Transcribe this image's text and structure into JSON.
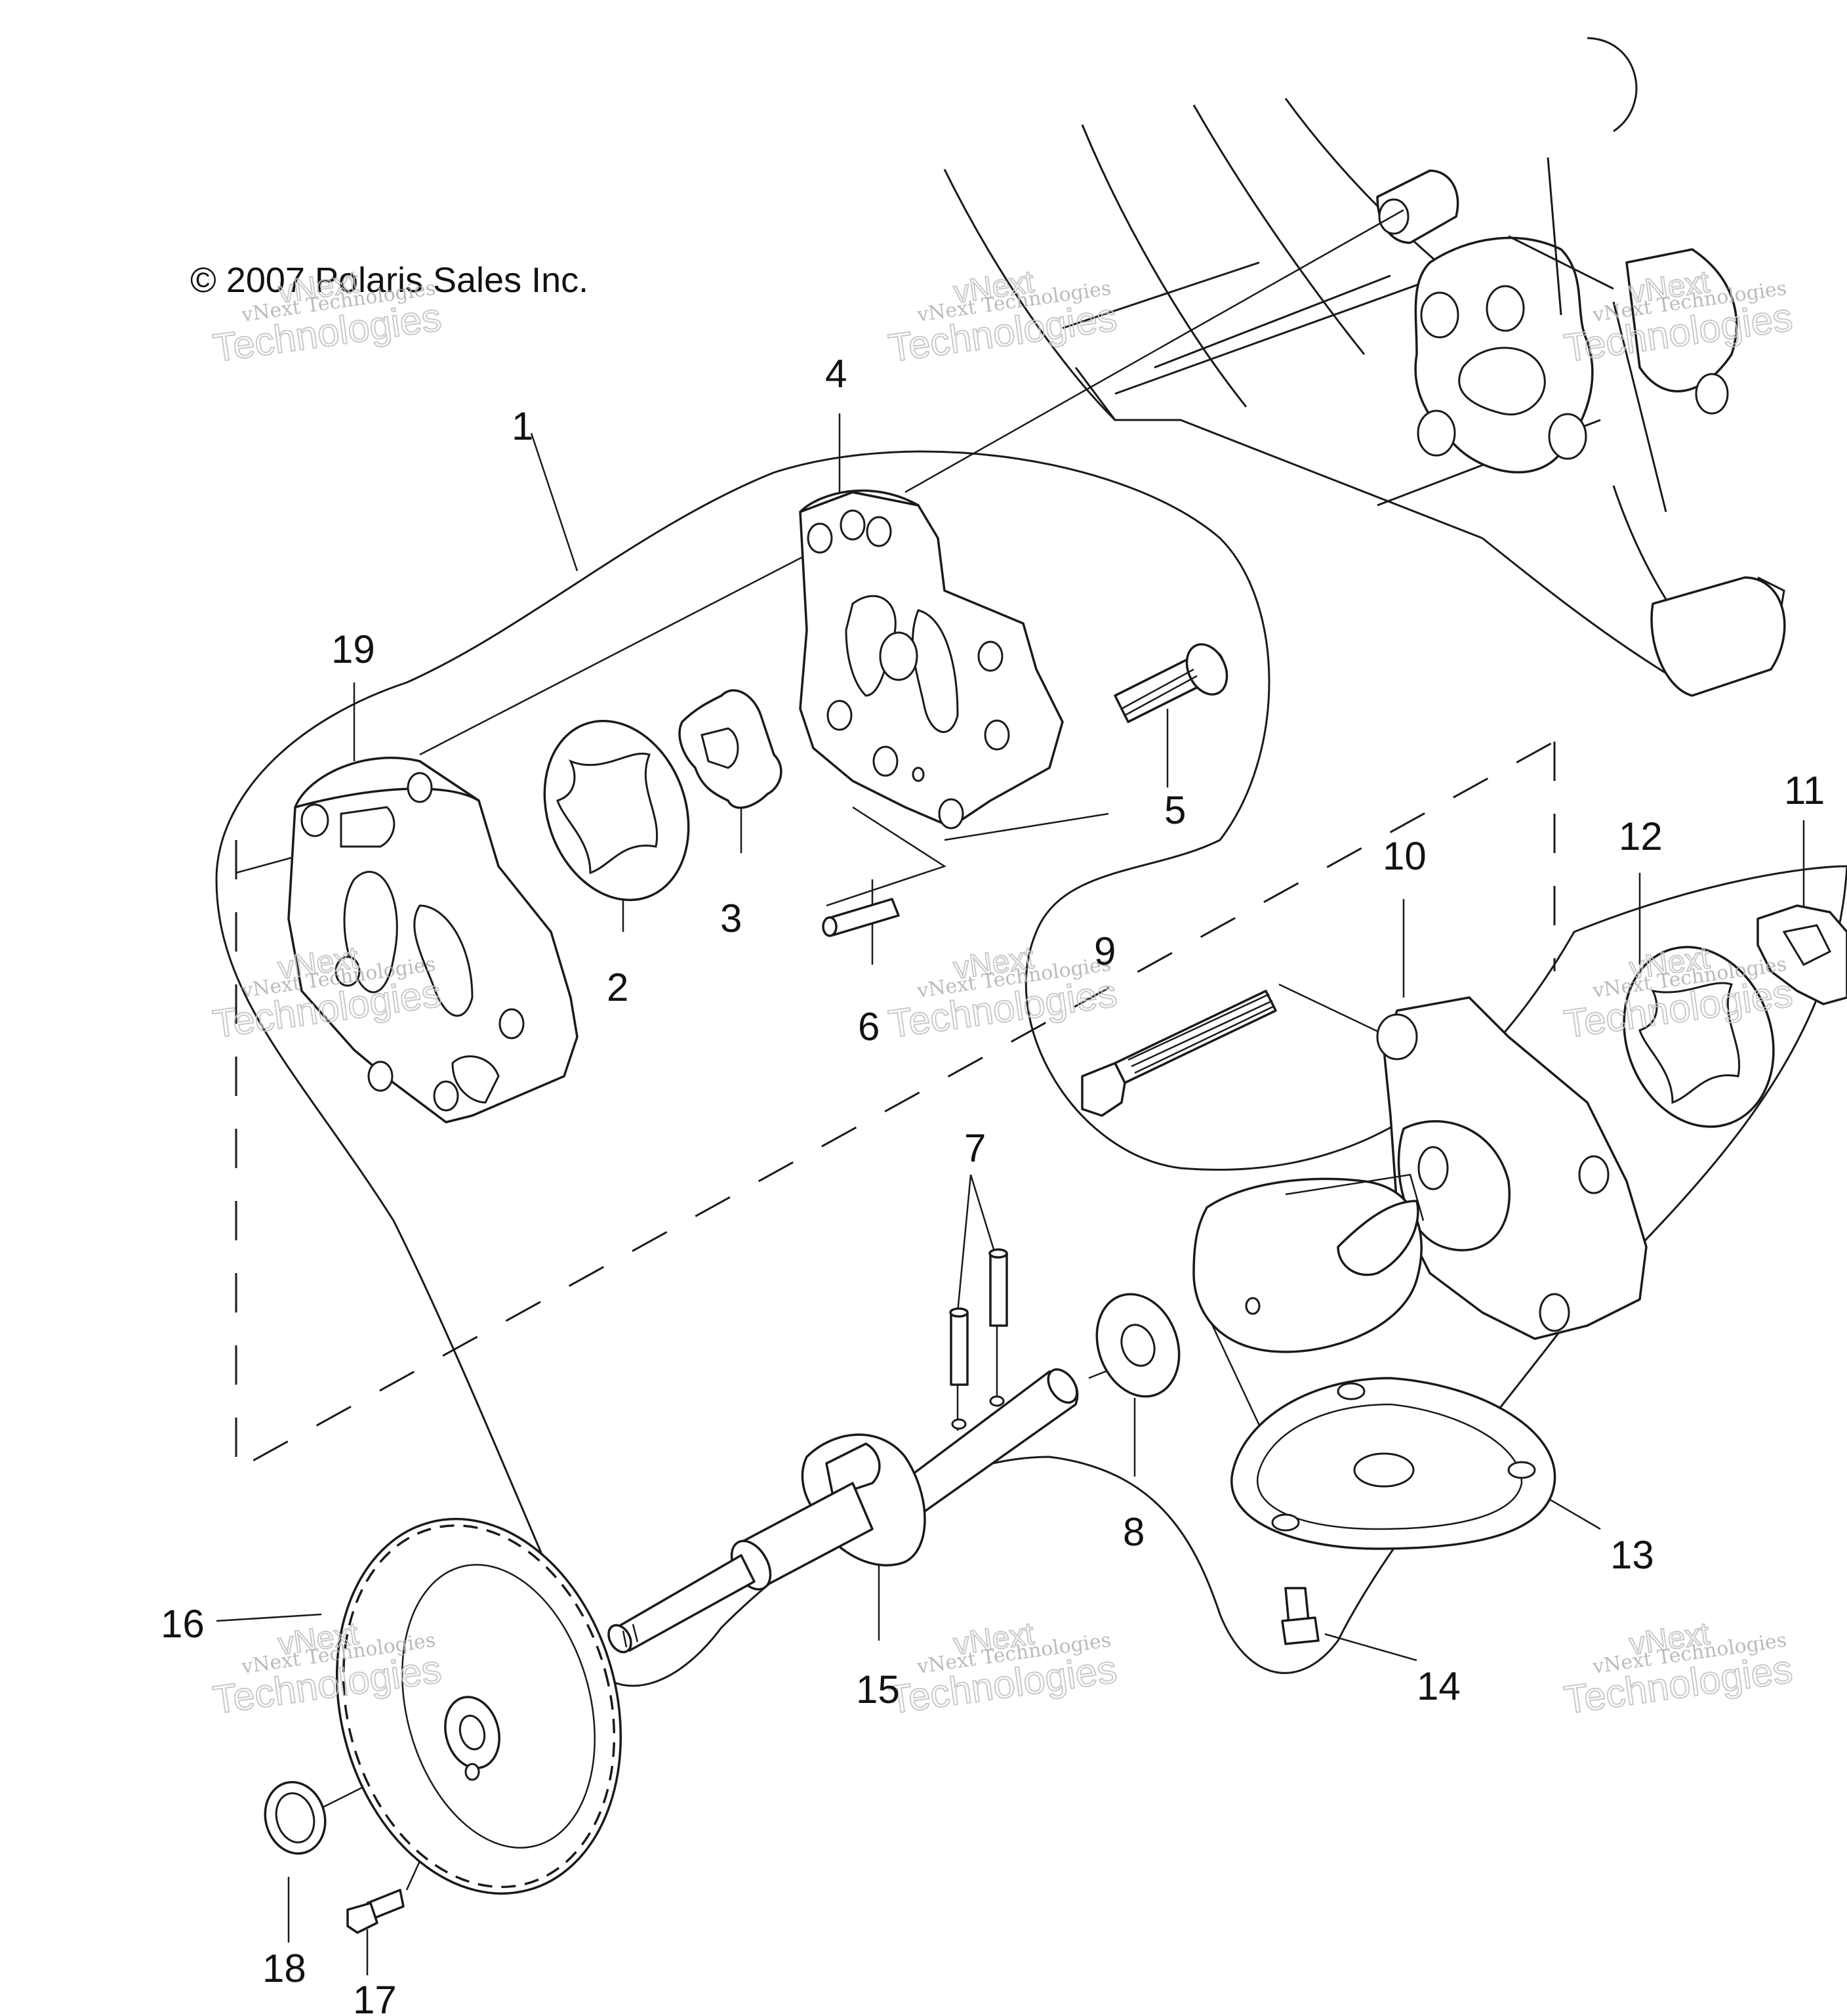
{
  "copyright": "© 2007 Polaris Sales Inc.",
  "watermark": {
    "line_small": "vNext Technologies",
    "line_big": "Technologies",
    "line_top": "vNext"
  },
  "callouts": {
    "c1": "1",
    "c2": "2",
    "c3": "3",
    "c4": "4",
    "c5": "5",
    "c6": "6",
    "c7": "7",
    "c8": "8",
    "c9": "9",
    "c10": "10",
    "c11": "11",
    "c12": "12",
    "c13": "13",
    "c14": "14",
    "c15": "15",
    "c16": "16",
    "c17": "17",
    "c18": "18",
    "c19": "19"
  }
}
